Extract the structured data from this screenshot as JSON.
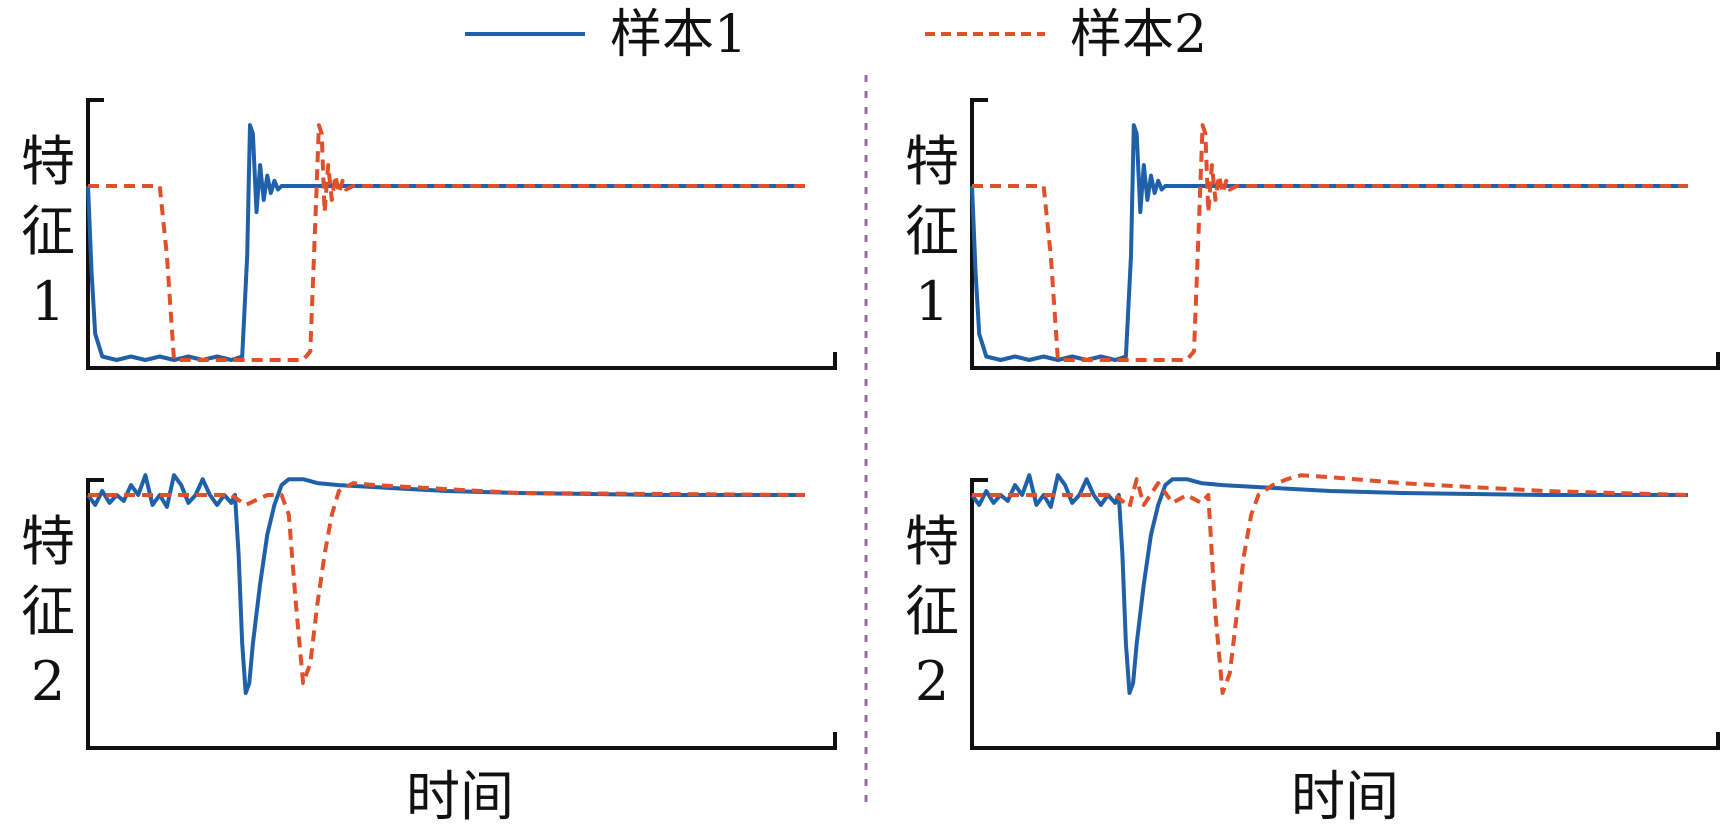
{
  "legend": {
    "entries": [
      {
        "label": "样本1",
        "color": "#2060a8",
        "style": "solid"
      },
      {
        "label": "样本2",
        "color": "#e0502a",
        "style": "dashed"
      }
    ]
  },
  "divider_color": "#9a6ab0",
  "chart_data": [
    {
      "type": "line",
      "panel": "left-top",
      "ylabel": [
        "特",
        "征",
        "1"
      ],
      "xlabel": "",
      "xlim": [
        0,
        1
      ],
      "ylim": [
        0,
        1
      ],
      "grid": false,
      "series": [
        {
          "name": "样本1",
          "x": [
            0,
            0.005,
            0.01,
            0.02,
            0.04,
            0.06,
            0.08,
            0.1,
            0.12,
            0.14,
            0.16,
            0.18,
            0.2,
            0.215,
            0.222,
            0.226,
            0.23,
            0.235,
            0.24,
            0.245,
            0.25,
            0.255,
            0.26,
            0.265,
            0.27,
            0.28,
            0.29,
            0.3,
            1
          ],
          "y": [
            1.0,
            0.5,
            0.15,
            0.02,
            0.0,
            0.02,
            0.0,
            0.02,
            0.0,
            0.02,
            0.0,
            0.02,
            0.0,
            0.02,
            0.6,
            1.35,
            1.3,
            0.85,
            1.12,
            0.92,
            1.06,
            0.96,
            1.03,
            0.98,
            1.0,
            1.0,
            1.0,
            1.0,
            1.0
          ]
        },
        {
          "name": "样本2",
          "x": [
            0,
            0.1,
            0.11,
            0.12,
            0.14,
            0.2,
            0.3,
            0.31,
            0.318,
            0.322,
            0.326,
            0.33,
            0.335,
            0.34,
            0.345,
            0.35,
            0.355,
            0.36,
            0.37,
            0.38,
            1
          ],
          "y": [
            1.0,
            1.0,
            0.6,
            0.0,
            0.0,
            0.0,
            0.0,
            0.05,
            0.9,
            1.35,
            1.3,
            0.85,
            1.12,
            0.92,
            1.06,
            0.96,
            1.03,
            0.98,
            1.0,
            1.0,
            1.0
          ]
        }
      ]
    },
    {
      "type": "line",
      "panel": "left-bottom",
      "ylabel": [
        "特",
        "征",
        "2"
      ],
      "xlabel": "时间",
      "xlim": [
        0,
        1
      ],
      "ylim": [
        -1,
        0.1
      ],
      "grid": false,
      "series": [
        {
          "name": "样本1",
          "x": [
            0,
            0.01,
            0.02,
            0.03,
            0.04,
            0.05,
            0.06,
            0.07,
            0.08,
            0.09,
            0.1,
            0.11,
            0.12,
            0.13,
            0.14,
            0.15,
            0.16,
            0.17,
            0.18,
            0.19,
            0.2,
            0.205,
            0.21,
            0.215,
            0.22,
            0.225,
            0.23,
            0.24,
            0.25,
            0.26,
            0.27,
            0.28,
            0.3,
            0.32,
            0.35,
            0.4,
            0.5,
            0.6,
            0.8,
            1
          ],
          "y": [
            0,
            -0.05,
            0.02,
            -0.04,
            0.0,
            -0.03,
            0.05,
            0.0,
            0.1,
            -0.05,
            0.0,
            -0.06,
            0.1,
            0.05,
            -0.04,
            0.0,
            0.08,
            0.0,
            -0.05,
            0.0,
            -0.04,
            0.0,
            -0.3,
            -0.75,
            -1.0,
            -0.95,
            -0.75,
            -0.45,
            -0.2,
            -0.05,
            0.05,
            0.08,
            0.08,
            0.06,
            0.05,
            0.04,
            0.02,
            0.01,
            0.0,
            0.0
          ]
        },
        {
          "name": "样本2",
          "x": [
            0,
            0.1,
            0.15,
            0.2,
            0.22,
            0.25,
            0.27,
            0.28,
            0.29,
            0.3,
            0.31,
            0.32,
            0.33,
            0.34,
            0.35,
            0.37,
            0.4,
            0.5,
            0.6,
            1
          ],
          "y": [
            0,
            0,
            0,
            0,
            -0.05,
            0,
            0,
            -0.1,
            -0.55,
            -0.95,
            -0.85,
            -0.55,
            -0.3,
            -0.1,
            0.02,
            0.06,
            0.05,
            0.03,
            0.01,
            0.0
          ]
        }
      ]
    },
    {
      "type": "line",
      "panel": "right-top",
      "ylabel": [
        "特",
        "征",
        "1"
      ],
      "xlabel": "",
      "xlim": [
        0,
        1
      ],
      "ylim": [
        0,
        1
      ],
      "grid": false,
      "series": [
        {
          "name": "样本1",
          "x": [
            0,
            0.005,
            0.01,
            0.02,
            0.04,
            0.06,
            0.08,
            0.1,
            0.12,
            0.14,
            0.16,
            0.18,
            0.2,
            0.215,
            0.222,
            0.226,
            0.23,
            0.235,
            0.24,
            0.245,
            0.25,
            0.255,
            0.26,
            0.265,
            0.27,
            0.28,
            0.29,
            0.3,
            1
          ],
          "y": [
            1.0,
            0.5,
            0.15,
            0.02,
            0.0,
            0.02,
            0.0,
            0.02,
            0.0,
            0.02,
            0.0,
            0.02,
            0.0,
            0.02,
            0.6,
            1.35,
            1.3,
            0.85,
            1.12,
            0.92,
            1.06,
            0.96,
            1.03,
            0.98,
            1.0,
            1.0,
            1.0,
            1.0,
            1.0
          ]
        },
        {
          "name": "样本2",
          "x": [
            0,
            0.1,
            0.11,
            0.12,
            0.14,
            0.2,
            0.3,
            0.31,
            0.318,
            0.322,
            0.326,
            0.33,
            0.335,
            0.34,
            0.345,
            0.35,
            0.355,
            0.36,
            0.37,
            0.38,
            1
          ],
          "y": [
            1.0,
            1.0,
            0.6,
            0.0,
            0.0,
            0.0,
            0.0,
            0.05,
            0.9,
            1.35,
            1.3,
            0.85,
            1.12,
            0.92,
            1.06,
            0.96,
            1.03,
            0.98,
            1.0,
            1.0,
            1.0
          ]
        }
      ]
    },
    {
      "type": "line",
      "panel": "right-bottom",
      "ylabel": [
        "特",
        "征",
        "2"
      ],
      "xlabel": "时间",
      "xlim": [
        0,
        1
      ],
      "ylim": [
        -1,
        0.1
      ],
      "grid": false,
      "series": [
        {
          "name": "样本1",
          "x": [
            0,
            0.01,
            0.02,
            0.03,
            0.04,
            0.05,
            0.06,
            0.07,
            0.08,
            0.09,
            0.1,
            0.11,
            0.12,
            0.13,
            0.14,
            0.15,
            0.16,
            0.17,
            0.18,
            0.19,
            0.2,
            0.205,
            0.21,
            0.215,
            0.22,
            0.225,
            0.23,
            0.24,
            0.25,
            0.26,
            0.27,
            0.28,
            0.3,
            0.32,
            0.35,
            0.4,
            0.5,
            0.6,
            0.8,
            1
          ],
          "y": [
            0,
            -0.05,
            0.02,
            -0.04,
            0.0,
            -0.03,
            0.05,
            0.0,
            0.1,
            -0.05,
            0.0,
            -0.06,
            0.1,
            0.05,
            -0.04,
            0.0,
            0.08,
            0.0,
            -0.05,
            0.0,
            -0.04,
            0.0,
            -0.3,
            -0.75,
            -1.0,
            -0.95,
            -0.75,
            -0.45,
            -0.2,
            -0.05,
            0.05,
            0.08,
            0.08,
            0.06,
            0.05,
            0.04,
            0.02,
            0.01,
            0.0,
            0.0
          ]
        },
        {
          "name": "样本2",
          "x": [
            0,
            0.2,
            0.22,
            0.23,
            0.24,
            0.26,
            0.28,
            0.3,
            0.32,
            0.33,
            0.34,
            0.35,
            0.36,
            0.37,
            0.38,
            0.39,
            0.4,
            0.42,
            0.44,
            0.46,
            0.5,
            0.6,
            0.7,
            0.8,
            1
          ],
          "y": [
            0,
            0,
            -0.06,
            0.08,
            -0.05,
            0.06,
            -0.04,
            0.0,
            -0.04,
            0.0,
            -0.6,
            -1.0,
            -0.9,
            -0.6,
            -0.3,
            -0.1,
            0.0,
            0.05,
            0.08,
            0.1,
            0.09,
            0.06,
            0.04,
            0.02,
            0.0
          ]
        }
      ]
    }
  ]
}
